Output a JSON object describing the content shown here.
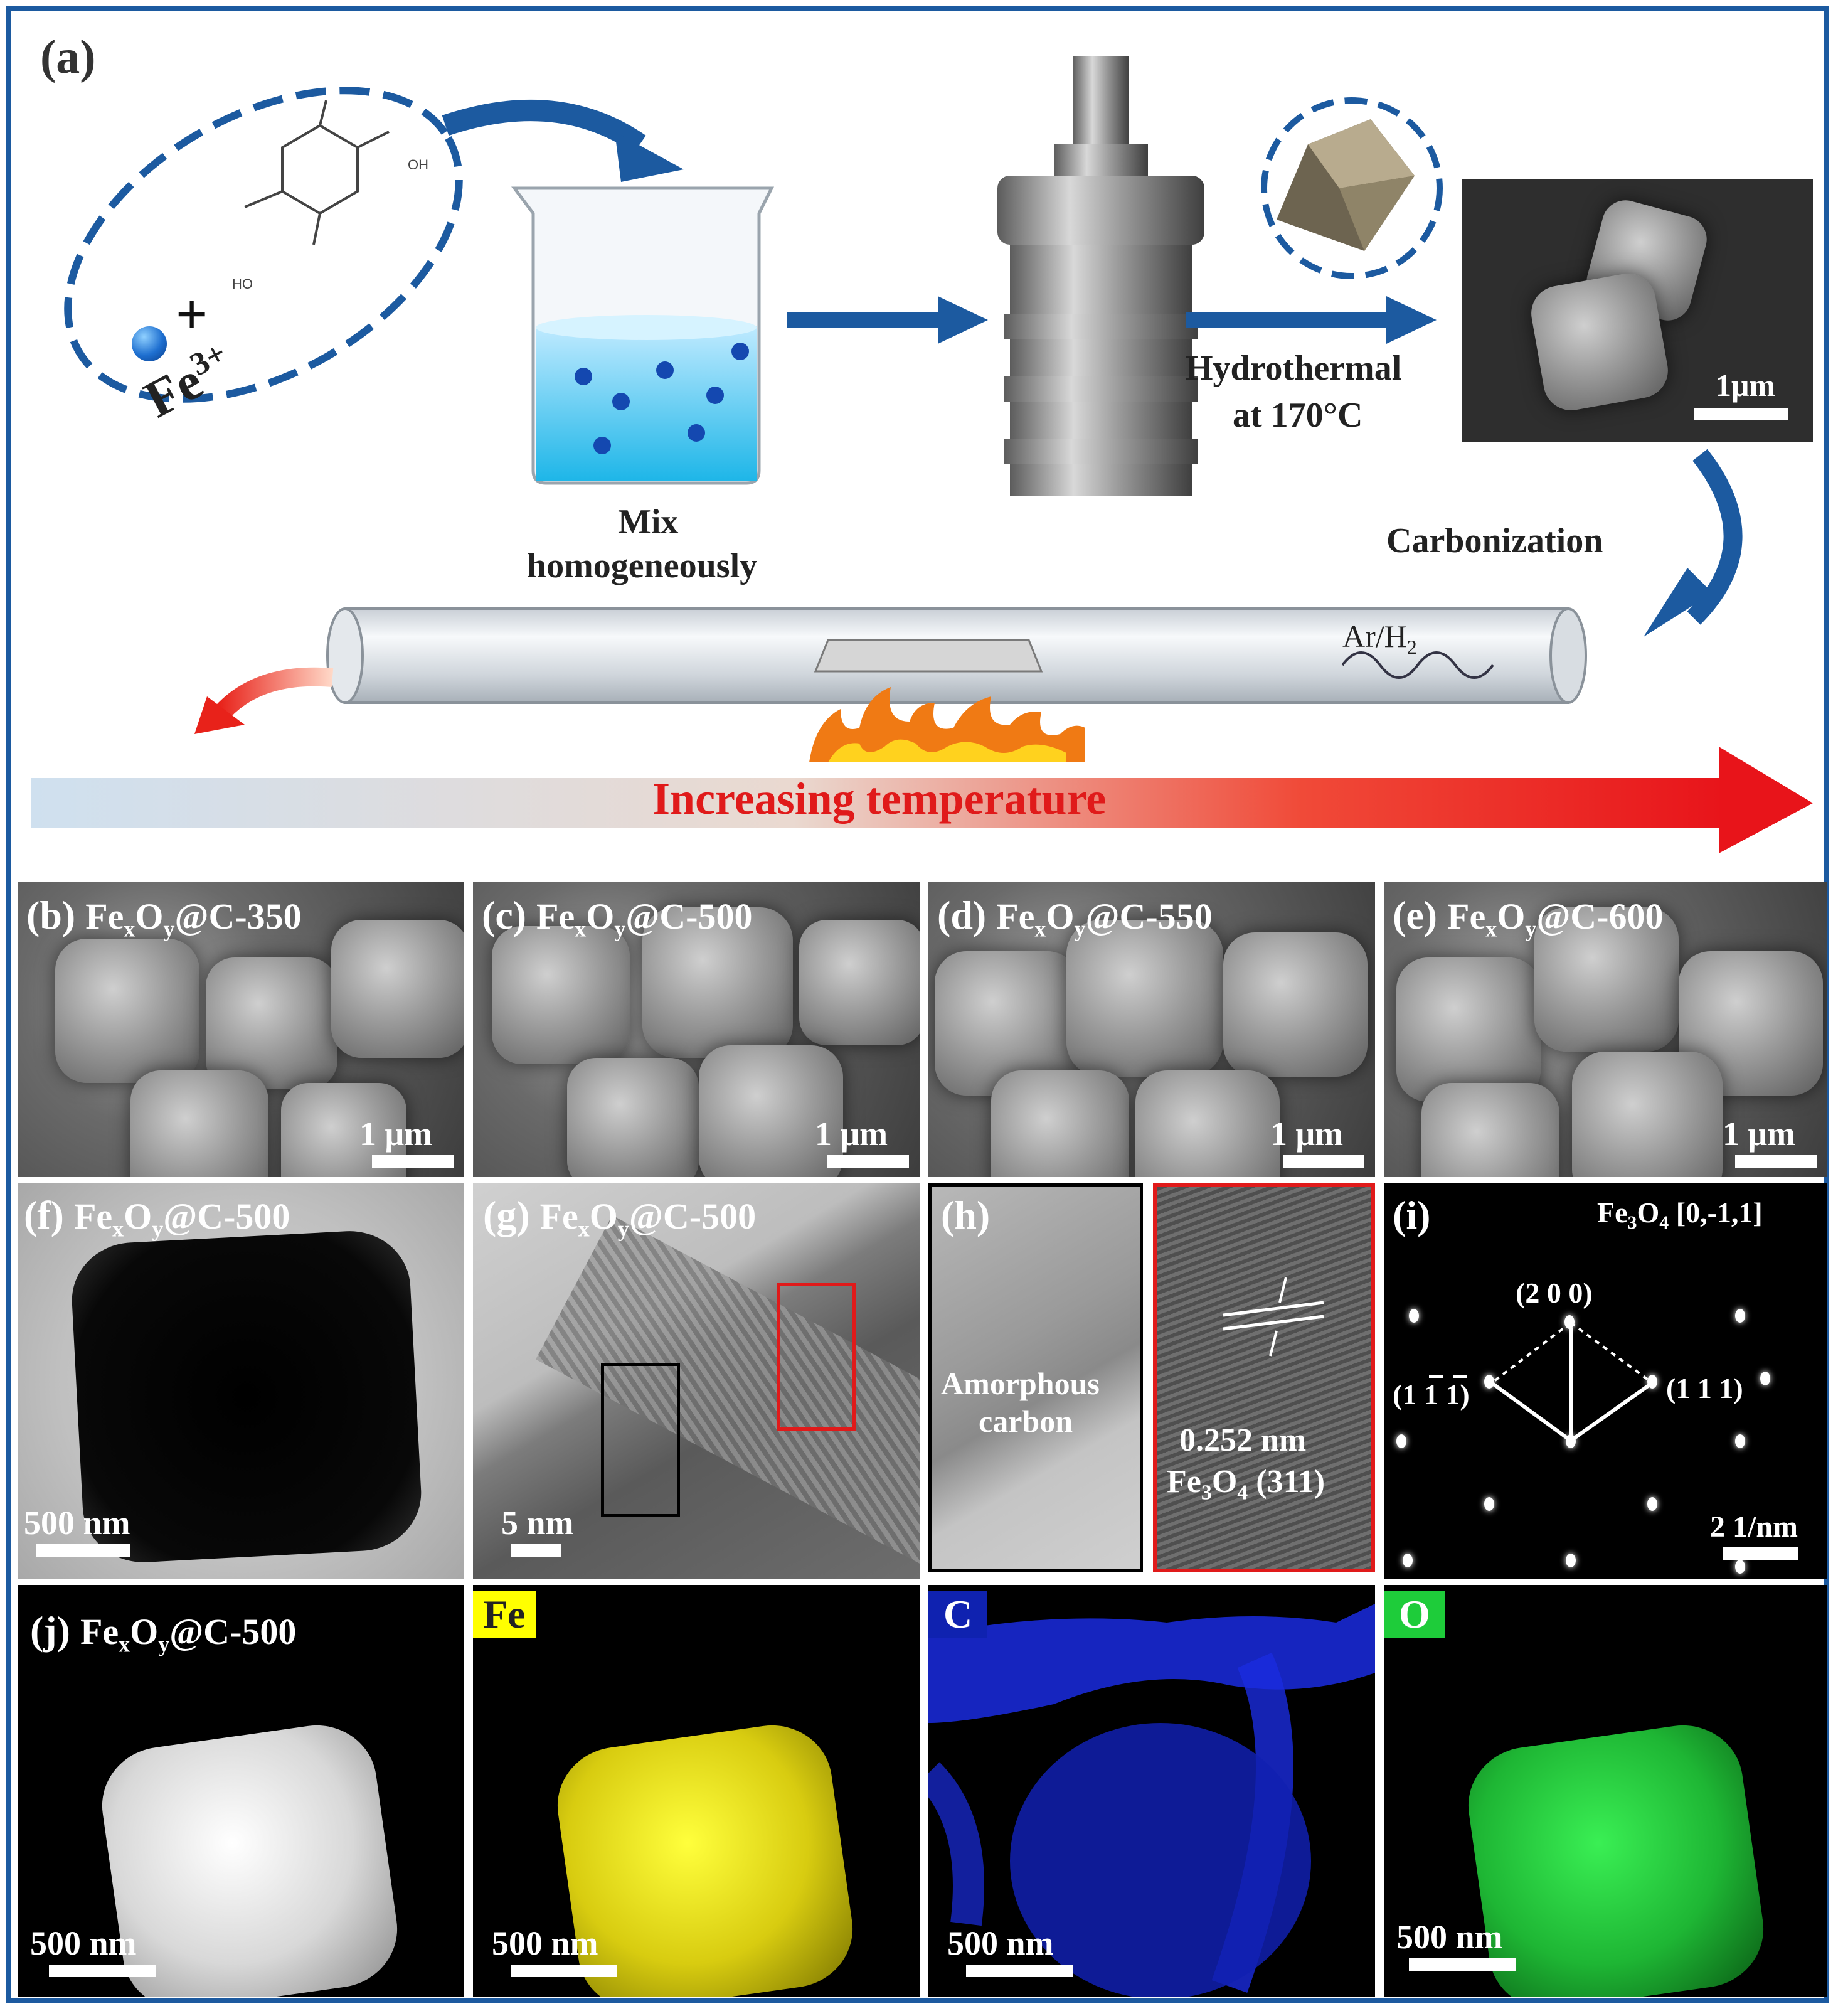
{
  "panel_a": {
    "label": "(a)",
    "ion": "Fe",
    "ion_charge": "3+",
    "plus": "+",
    "mix_line1": "Mix",
    "mix_line2": "homogeneously",
    "hydro_line1": "Hydrothermal",
    "hydro_line2": "at 170°C",
    "sem_scale": "1μm",
    "carbonization": "Carbonization",
    "gas": "Ar/H",
    "gas_sub": "2",
    "temp_label": "Increasing temperature"
  },
  "sem_row": [
    {
      "label": "(b)",
      "name_pre": "Fe",
      "sub_x": "x",
      "mid": "O",
      "sub_y": "y",
      "name_post": "@C-350",
      "scale": "1 μm"
    },
    {
      "label": "(c)",
      "name_pre": "Fe",
      "sub_x": "x",
      "mid": "O",
      "sub_y": "y",
      "name_post": "@C-500",
      "scale": "1 μm"
    },
    {
      "label": "(d)",
      "name_pre": "Fe",
      "sub_x": "x",
      "mid": "O",
      "sub_y": "y",
      "name_post": "@C-550",
      "scale": "1 μm"
    },
    {
      "label": "(e)",
      "name_pre": "Fe",
      "sub_x": "x",
      "mid": "O",
      "sub_y": "y",
      "name_post": "@C-600",
      "scale": "1 μm"
    }
  ],
  "tem_row": {
    "f": {
      "label": "(f)",
      "name_pre": "Fe",
      "sub_x": "x",
      "mid": "O",
      "sub_y": "y",
      "name_post": "@C-500",
      "scale": "500 nm"
    },
    "g": {
      "label": "(g)",
      "name_pre": "Fe",
      "sub_x": "x",
      "mid": "O",
      "sub_y": "y",
      "name_post": "@C-500",
      "scale": "5 nm"
    },
    "h": {
      "label": "(h)",
      "amorph1": "Amorphous",
      "amorph2": "carbon",
      "spacing": "0.252 nm",
      "phase_pre": "Fe",
      "phase_sub1": "3",
      "phase_mid": "O",
      "phase_sub2": "4",
      "phase_post": " (311)"
    },
    "i": {
      "label": "(i)",
      "zone_pre": "Fe",
      "zone_sub1": "3",
      "zone_mid": "O",
      "zone_sub2": "4",
      "zone_post": " [0,-1,1]",
      "spot_200": "(2 0 0)",
      "spot_111": "(1 1 1)",
      "spot_1bar": "(1 1 1)",
      "scale": "2 1/nm"
    }
  },
  "eds_row": {
    "label": "(j)",
    "name_pre": "Fe",
    "sub_x": "x",
    "mid": "O",
    "sub_y": "y",
    "name_post": "@C-500",
    "elements": [
      "Fe",
      "C",
      "O"
    ],
    "colors": {
      "Fe": "#ffff00",
      "C": "#1a2ce0",
      "O": "#1ecc3a"
    },
    "scale": "500 nm"
  }
}
